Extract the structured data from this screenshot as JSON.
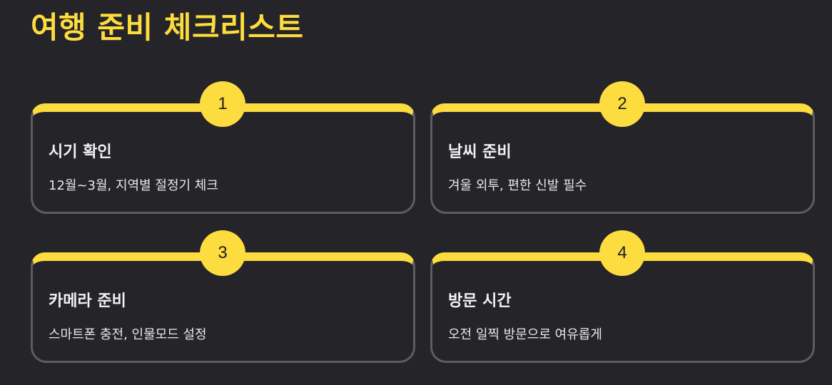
{
  "page": {
    "title": "여행 준비 체크리스트"
  },
  "cards": [
    {
      "number": "1",
      "title": "시기 확인",
      "description": "12월~3월, 지역별 절정기 체크"
    },
    {
      "number": "2",
      "title": "날씨 준비",
      "description": "겨울 외투, 편한 신발 필수"
    },
    {
      "number": "3",
      "title": "카메라 준비",
      "description": "스마트폰 충전, 인물모드 설정"
    },
    {
      "number": "4",
      "title": "방문 시간",
      "description": "오전 일찍 방문으로 여유롭게"
    }
  ],
  "colors": {
    "accent": "#FDDC3F",
    "background": "#252428",
    "card_border": "#5d5c61",
    "text": "#f2f2f2"
  }
}
